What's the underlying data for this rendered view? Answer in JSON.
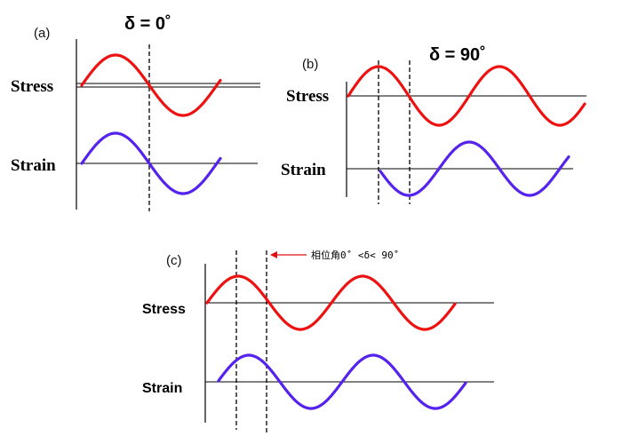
{
  "colors": {
    "stress": "#ee1111",
    "strain": "#5522ee",
    "axis": "#000000",
    "arrow": "#dd1111"
  },
  "panels": {
    "a": {
      "letter": "(a)",
      "delta_label": "δ = 0˚",
      "stress_label": "Stress",
      "strain_label": "Strain",
      "phase_deg": 0
    },
    "b": {
      "letter": "(b)",
      "delta_label": "δ = 90˚",
      "stress_label": "Stress",
      "strain_label": "Strain",
      "phase_deg": 90
    },
    "c": {
      "letter": "(c)",
      "annotation": "相位角0˚ <δ< 90˚",
      "stress_label": "Stress",
      "strain_label": "Strain"
    }
  }
}
